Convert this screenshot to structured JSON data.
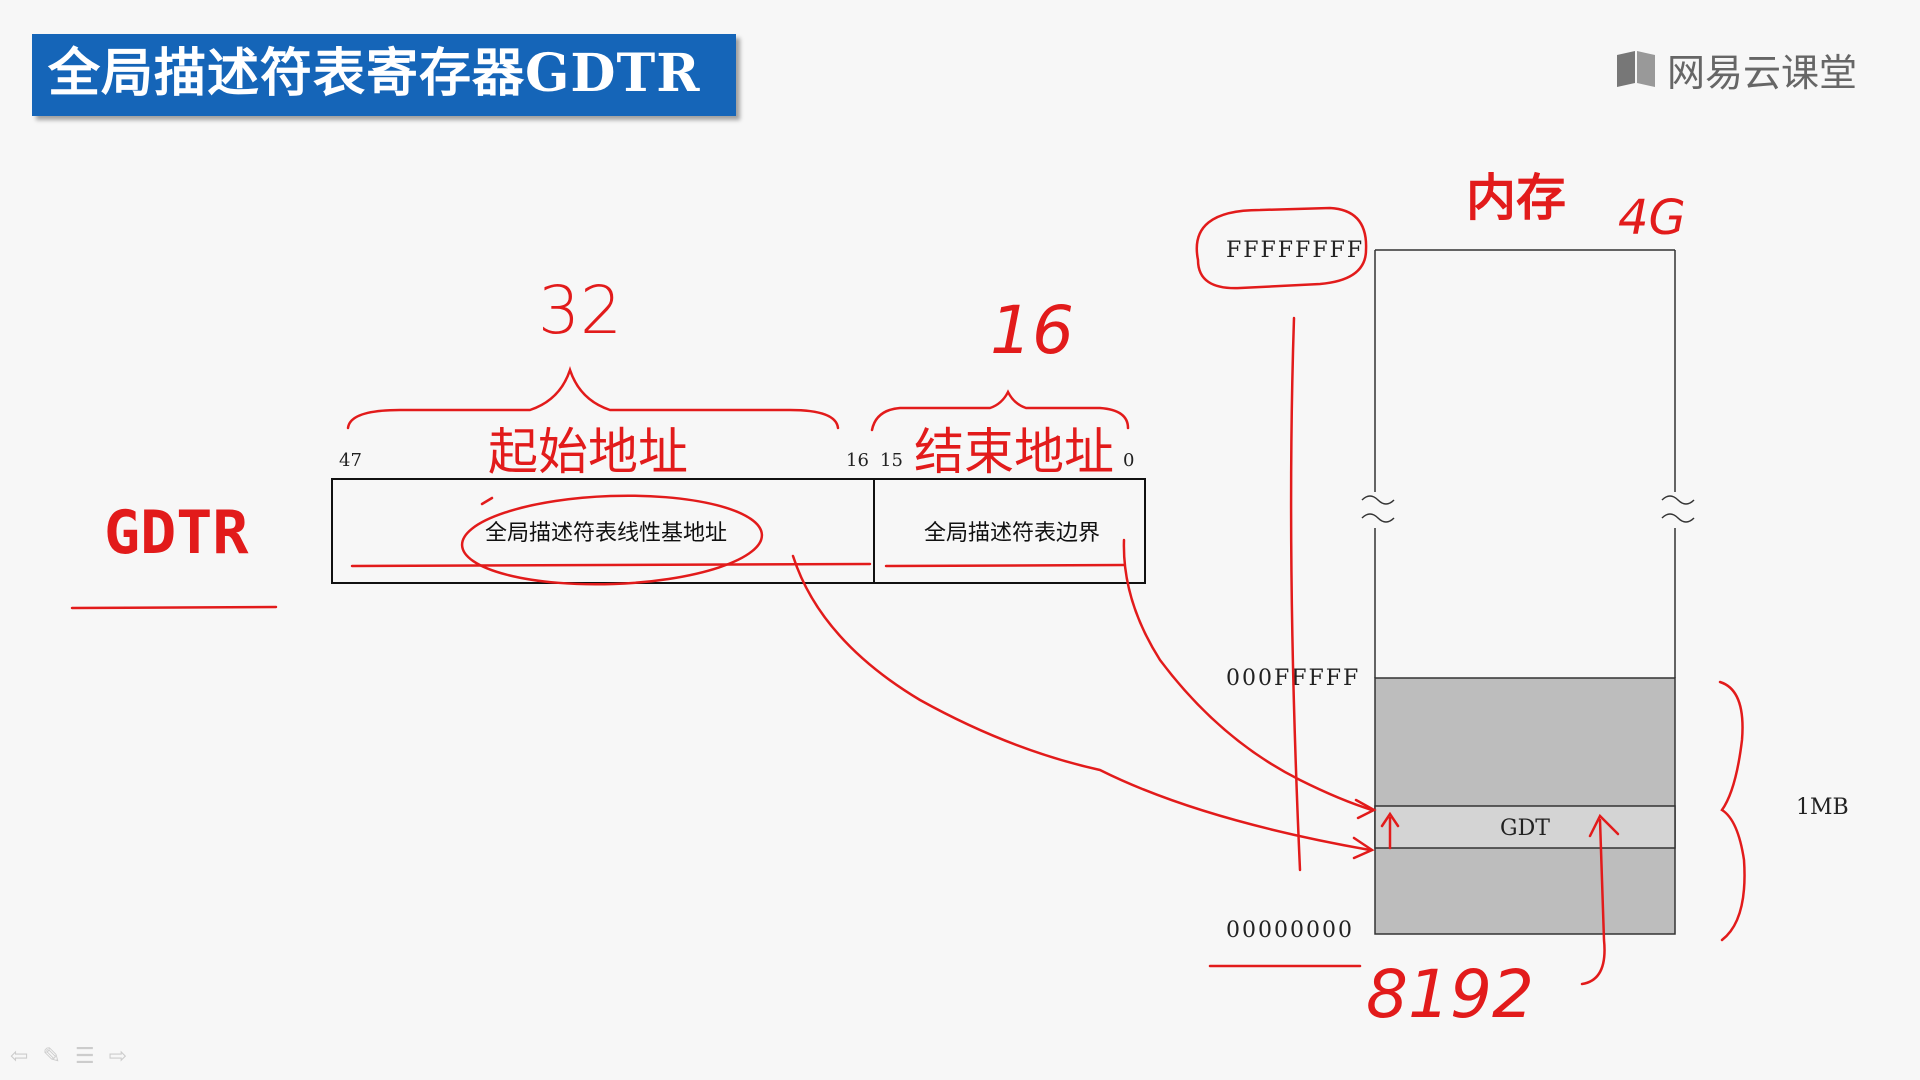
{
  "title": "全局描述符表寄存器GDTR",
  "brand": {
    "name": "网易云课堂",
    "icon": "book-icon"
  },
  "register": {
    "name": "GDTR",
    "bits": {
      "b47": "47",
      "b16": "16",
      "b15": "15",
      "b0": "0"
    },
    "fields": {
      "base": "全局描述符表线性基地址",
      "limit": "全局描述符表边界"
    }
  },
  "annotations": {
    "base_label": "起始地址",
    "limit_label": "结束地址",
    "base_width": "32",
    "limit_width": "16",
    "memory_title": "内存",
    "memory_size": "4G",
    "gdt_entries": "8192"
  },
  "memory": {
    "addr_top": "FFFFFFFF",
    "addr_1mb": "000FFFFF",
    "addr_bottom": "00000000",
    "gdt_label": "GDT",
    "size_1mb": "1MB"
  },
  "colors": {
    "title_bg": "#1565b8",
    "annotation": "#e21b1b",
    "memory_shade": "#bdbdbd",
    "gdt_shade": "#d4d4d4"
  },
  "nav_icons": [
    "arrow-left-icon",
    "pen-icon",
    "menu-icon",
    "arrow-right-icon"
  ]
}
